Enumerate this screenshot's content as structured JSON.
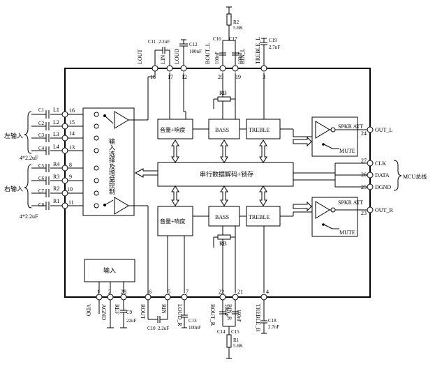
{
  "blocks": {
    "input_select": "输入选择及增益控制",
    "vol_loud_top": "音量+响度",
    "vol_loud_bot": "音量+响度",
    "bass_top": "BASS",
    "bass_bot": "BASS",
    "treble_top": "TREBLE",
    "treble_bot": "TREBLE",
    "serial": "串行数据解码+锁存",
    "input_bottom": "输入",
    "spkr_att_top": "SPKR ATT",
    "mute_top": "MUTE",
    "spkr_att_bot": "SPKR ATT",
    "mute_bot": "MUTE",
    "rb_top": "RB",
    "rb_bot": "RB"
  },
  "left_labels": {
    "left_input": "左输入",
    "right_input": "右输入",
    "cap_note_top": "4*2.2uF",
    "cap_note_bot": "4*2.2uF"
  },
  "left_pins": [
    {
      "cap": "C1",
      "name": "L1",
      "num": "16"
    },
    {
      "cap": "C2",
      "name": "L2",
      "num": "15"
    },
    {
      "cap": "C3",
      "name": "L3",
      "num": "14"
    },
    {
      "cap": "C4",
      "name": "L4",
      "num": "13"
    },
    {
      "cap": "C5",
      "name": "R4",
      "num": "8"
    },
    {
      "cap": "C6",
      "name": "R3",
      "num": "9"
    },
    {
      "cap": "C7",
      "name": "R2",
      "num": "10"
    },
    {
      "cap": "C8",
      "name": "R1",
      "num": "11"
    }
  ],
  "top_pins": [
    {
      "label": "LOUT",
      "num": "18"
    },
    {
      "label": "LIN",
      "num": "17"
    },
    {
      "label": "LOUD",
      "num": "12"
    },
    {
      "label": "BOUT_L",
      "num": "20"
    },
    {
      "label": "BIN_L",
      "num": "19"
    },
    {
      "label": "TREBLE_L",
      "num": "3"
    }
  ],
  "bottom_pins": [
    {
      "label": "VDD",
      "num": "1"
    },
    {
      "label": "AGND",
      "num": "2"
    },
    {
      "label": "REF",
      "num": "28"
    },
    {
      "label": "ROUT",
      "num": "6"
    },
    {
      "label": "RIN",
      "num": "5"
    },
    {
      "label": "LOUD_R",
      "num": "7"
    },
    {
      "label": "BOUT_R",
      "num": "22"
    },
    {
      "label": "BIN_R",
      "num": "21"
    },
    {
      "label": "TREBLE_R",
      "num": "4"
    }
  ],
  "right_pins": [
    {
      "label": "OUT_L",
      "num": "24"
    },
    {
      "label": "CLK",
      "num": "27"
    },
    {
      "label": "DATA",
      "num": "26"
    },
    {
      "label": "DGND",
      "num": "25"
    },
    {
      "label": "OUT_R",
      "num": "23"
    }
  ],
  "mcu_bus": "MCU总线",
  "components_top": {
    "c11": "C11",
    "c11_val": "2.2uF",
    "c12": "C12",
    "c12_val": "100nF",
    "c16": "C16",
    "c16_val": "100nF",
    "c17": "C17",
    "c17_val": "100nF",
    "r2": "R2",
    "r2_val": "5.6K",
    "c19": "C19",
    "c19_val": "2.7nF"
  },
  "components_bottom": {
    "c9": "C9",
    "c9_val": "22uF",
    "c10": "C10",
    "c10_val": "2.2uF",
    "c13": "C13",
    "c13_val": "100nF",
    "c14": "C14",
    "c14_val": "100nF",
    "c15": "C15",
    "c15_val": "100nF",
    "r1": "R1",
    "r1_val": "5.6K",
    "c18": "C18",
    "c18_val": "2.7nF"
  }
}
